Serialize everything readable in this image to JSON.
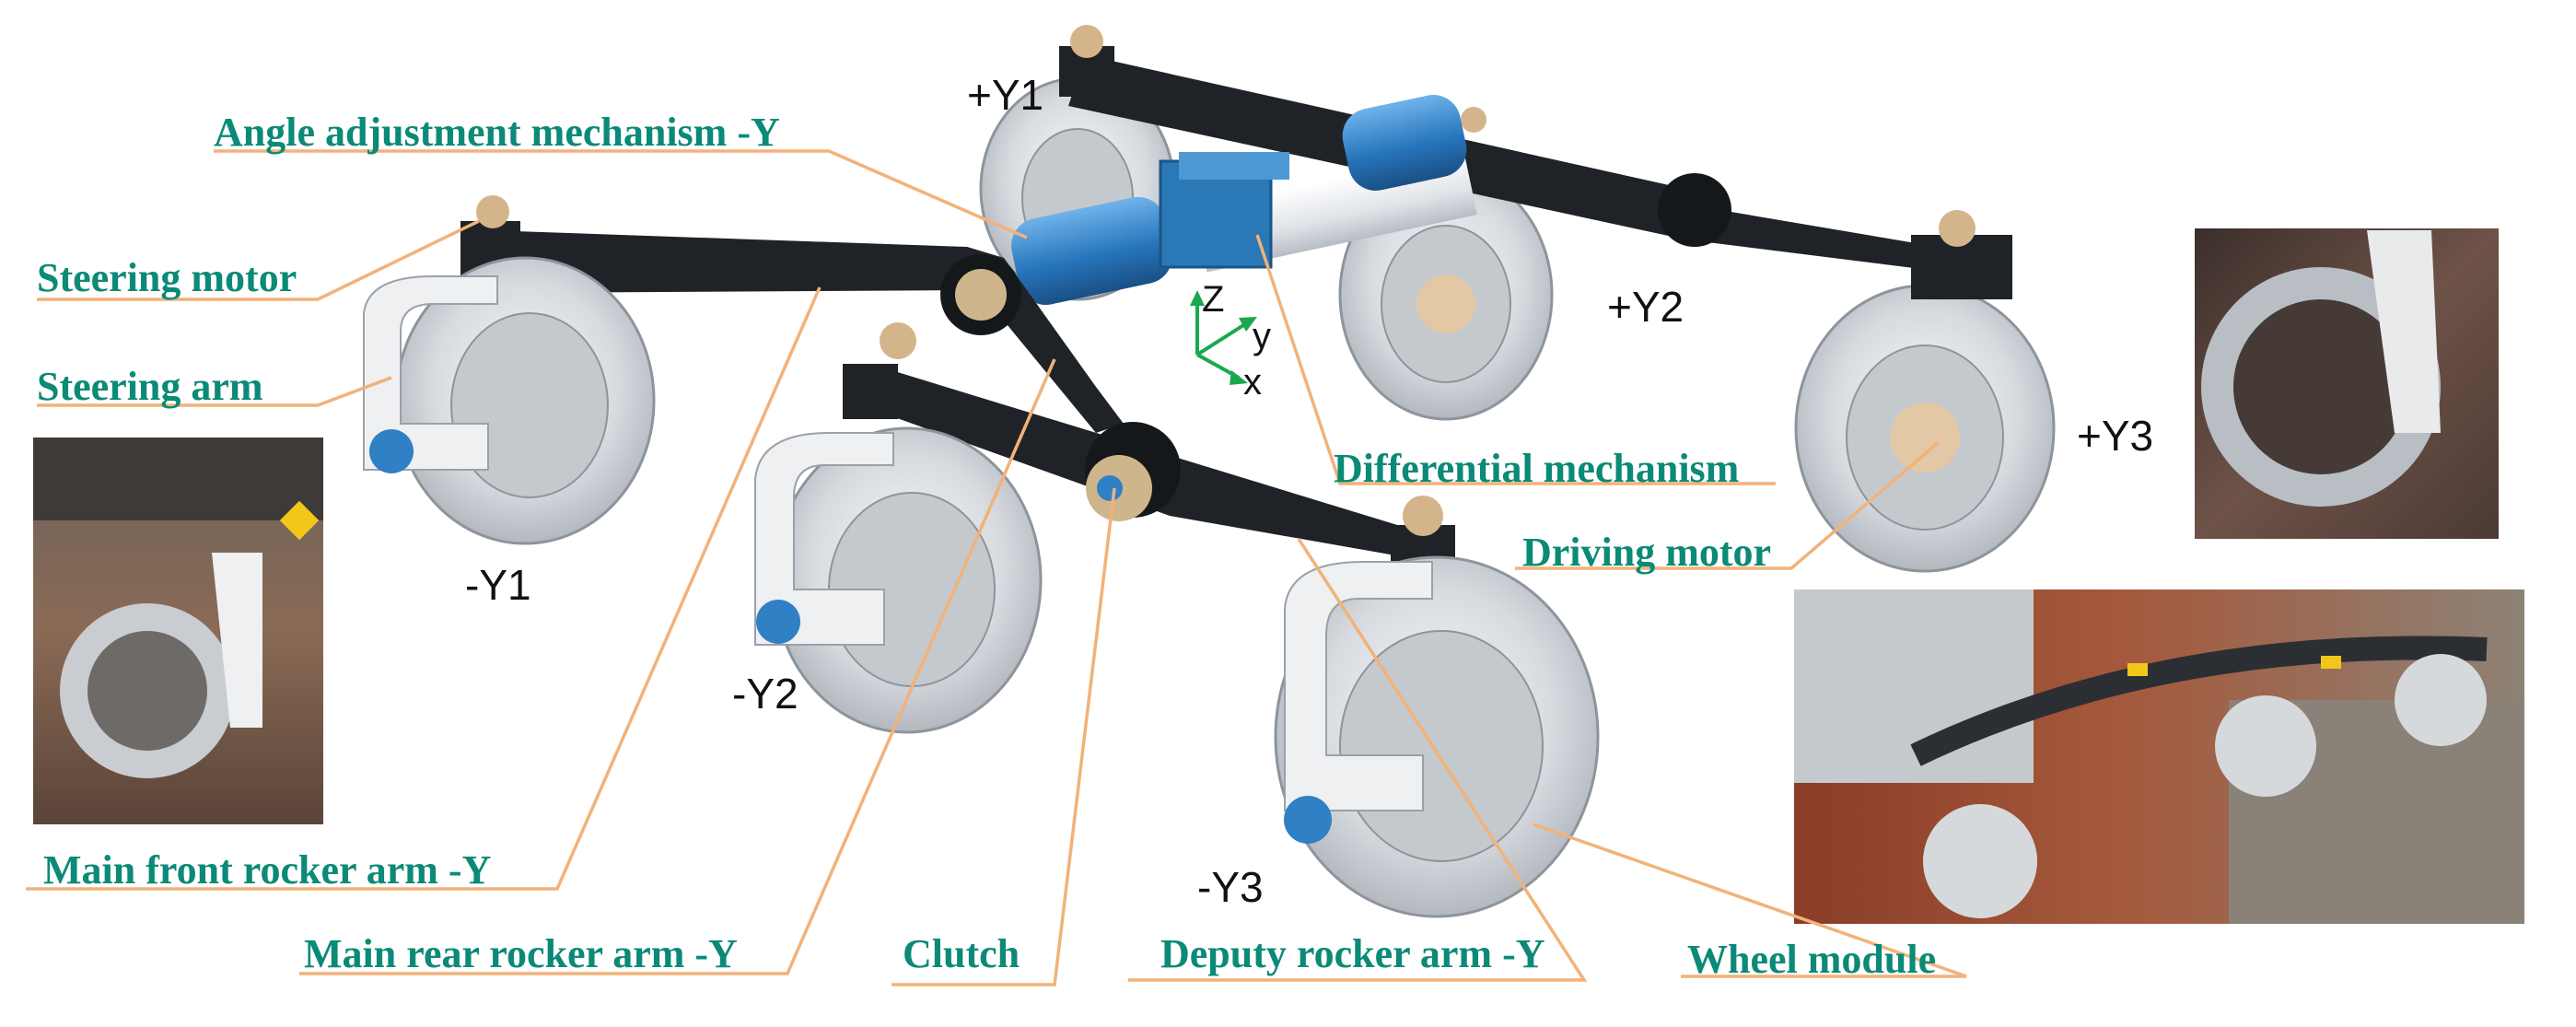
{
  "labels": {
    "angle_adjustment": "Angle adjustment  mechanism -Y",
    "steering_motor": "Steering motor",
    "steering_arm": "Steering arm",
    "differential": "Differential mechanism",
    "driving_motor": "Driving motor",
    "main_front_rocker": "Main front rocker arm -Y",
    "main_rear_rocker": "Main rear rocker arm -Y",
    "clutch": "Clutch",
    "deputy_rocker": "Deputy rocker arm -Y",
    "wheel_module": "Wheel module"
  },
  "wheels": {
    "py1": "+Y1",
    "py2": "+Y2",
    "py3": "+Y3",
    "ny1": "-Y1",
    "ny2": "-Y2",
    "ny3": "-Y3"
  },
  "axes": {
    "z": "Z",
    "y": "y",
    "x": "x"
  },
  "colors": {
    "label_text": "#0a8a77",
    "leader_line": "#f2b27a",
    "rocker_arm": "#1f2327",
    "tube": "#2f80c4",
    "wheel": "#d9dde2",
    "axis_arrow": "#19a84f"
  }
}
